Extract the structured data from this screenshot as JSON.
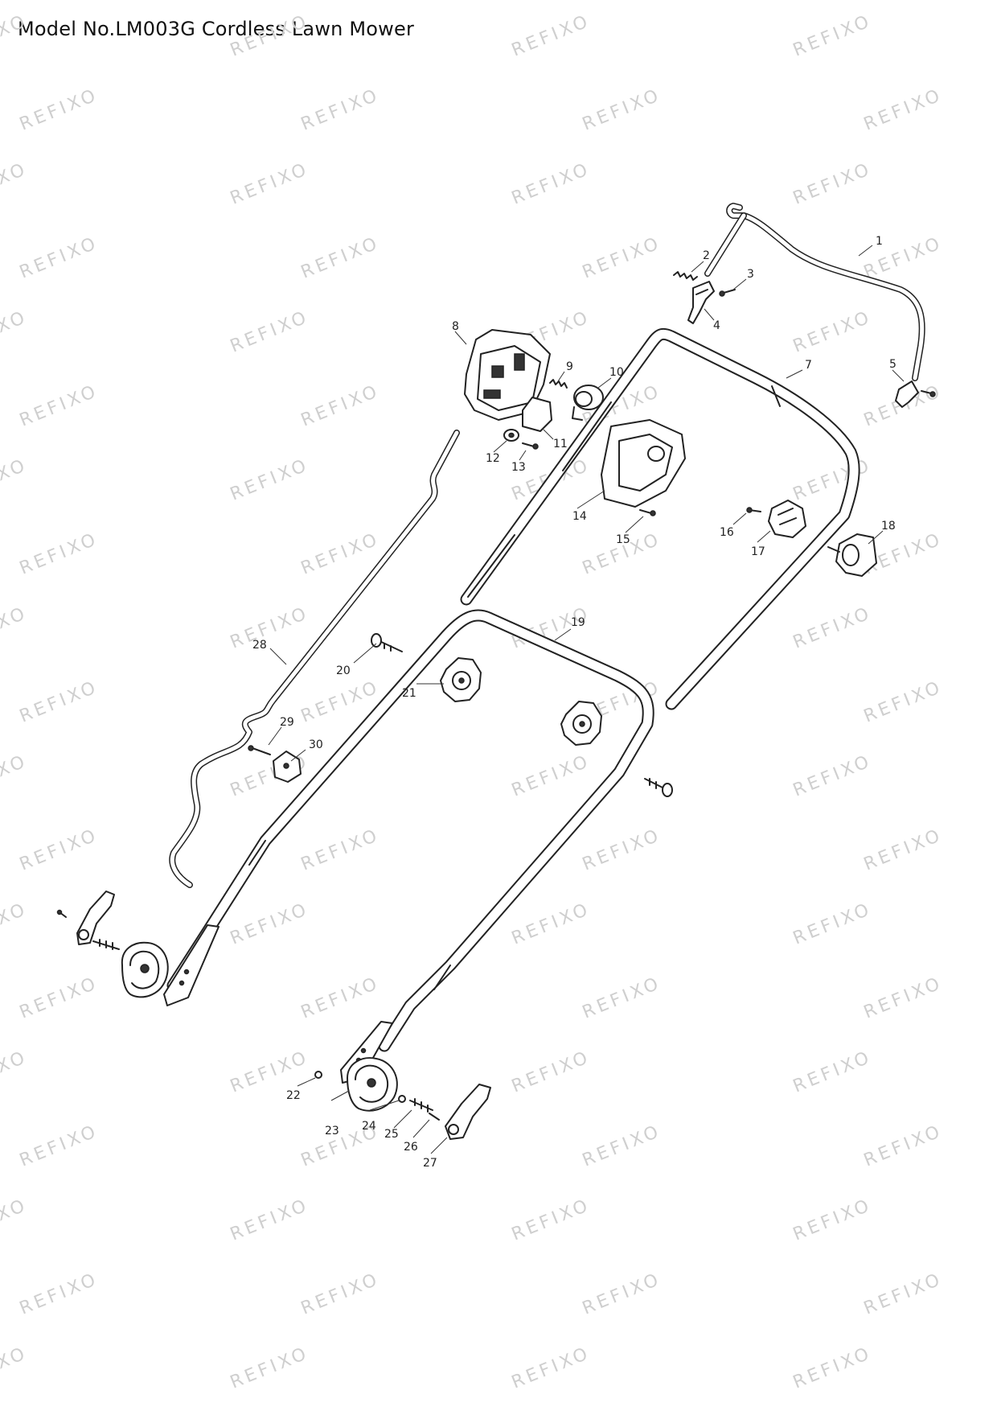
{
  "title": "Model No.LM003G Cordless Lawn Mower",
  "watermark": "REFIXO",
  "colors": {
    "line": "#222222",
    "watermark": "#cfcfcf",
    "background": "#ffffff"
  },
  "callouts": [
    {
      "id": "1",
      "label": "1"
    },
    {
      "id": "2",
      "label": "2"
    },
    {
      "id": "3",
      "label": "3"
    },
    {
      "id": "4",
      "label": "4"
    },
    {
      "id": "5",
      "label": "5"
    },
    {
      "id": "7",
      "label": "7"
    },
    {
      "id": "8",
      "label": "8"
    },
    {
      "id": "9",
      "label": "9"
    },
    {
      "id": "10",
      "label": "10"
    },
    {
      "id": "11",
      "label": "11"
    },
    {
      "id": "12",
      "label": "12"
    },
    {
      "id": "13",
      "label": "13"
    },
    {
      "id": "14",
      "label": "14"
    },
    {
      "id": "15",
      "label": "15"
    },
    {
      "id": "16",
      "label": "16"
    },
    {
      "id": "17",
      "label": "17"
    },
    {
      "id": "18",
      "label": "18"
    },
    {
      "id": "19",
      "label": "19"
    },
    {
      "id": "20",
      "label": "20"
    },
    {
      "id": "21",
      "label": "21"
    },
    {
      "id": "22",
      "label": "22"
    },
    {
      "id": "23",
      "label": "23"
    },
    {
      "id": "24",
      "label": "24"
    },
    {
      "id": "25",
      "label": "25"
    },
    {
      "id": "26",
      "label": "26"
    },
    {
      "id": "27",
      "label": "27"
    },
    {
      "id": "28",
      "label": "28"
    },
    {
      "id": "29",
      "label": "29"
    },
    {
      "id": "30",
      "label": "30"
    }
  ]
}
